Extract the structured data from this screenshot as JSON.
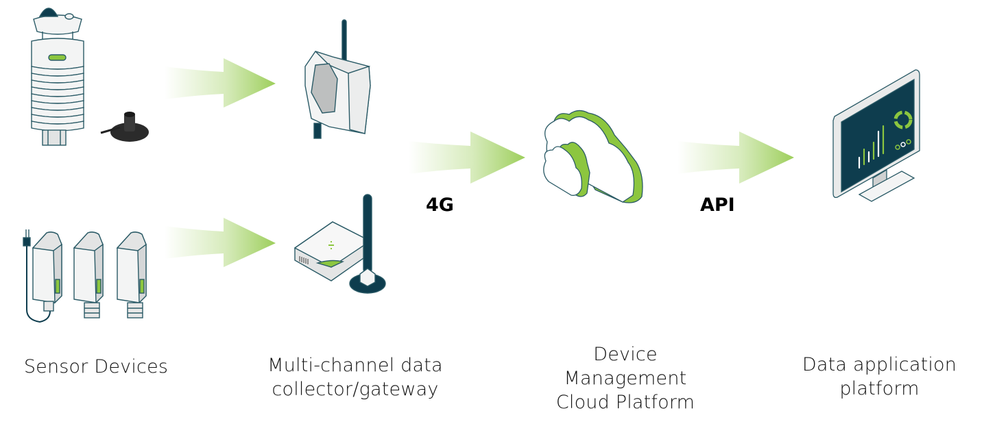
{
  "diagram": {
    "title": "IoT data flow",
    "colors": {
      "accent_green": "#8cc63f",
      "dark_teal": "#0e3d4e",
      "outline": "#2a5a66",
      "device_fill": "#f3f4f4",
      "device_shade": "#d5d7d8"
    },
    "nodes": [
      {
        "id": "sensors",
        "label": "Sensor Devices",
        "icons": [
          "weather-station-icon",
          "rain-sensor-icon",
          "wireless-sensor-icon",
          "wireless-sensor-icon",
          "wireless-sensor-icon"
        ]
      },
      {
        "id": "gateway",
        "label_line1": "Multi-channel data",
        "label_line2": "collector/gateway",
        "icons": [
          "data-logger-icon",
          "gateway-router-icon"
        ]
      },
      {
        "id": "cloud",
        "label_line1": "Device",
        "label_line2": "Management",
        "label_line3": "Cloud Platform",
        "icons": [
          "cloud-icon"
        ]
      },
      {
        "id": "app",
        "label_line1": "Data application",
        "label_line2": "platform",
        "icons": [
          "monitor-dashboard-icon"
        ]
      }
    ],
    "edges": [
      {
        "from": "sensors",
        "to": "gateway",
        "label": ""
      },
      {
        "from": "sensors",
        "to": "gateway",
        "label": ""
      },
      {
        "from": "gateway",
        "to": "cloud",
        "label": "4G"
      },
      {
        "from": "cloud",
        "to": "app",
        "label": "API"
      }
    ]
  }
}
